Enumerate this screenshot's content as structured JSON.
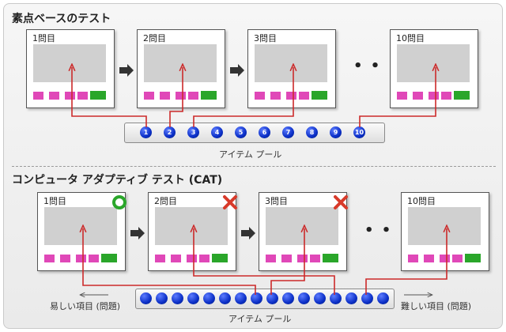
{
  "section1": {
    "title": "素点ベースのテスト",
    "cards": [
      "1問目",
      "2問目",
      "3問目",
      "10問目"
    ],
    "pool_numbers": [
      "1",
      "2",
      "3",
      "4",
      "5",
      "6",
      "7",
      "8",
      "9",
      "10"
    ],
    "pool_label": "アイテム プール"
  },
  "section2": {
    "title": "コンピュータ アダプティブ テスト (CAT)",
    "cards": [
      "1問目",
      "2問目",
      "3問目",
      "10問目"
    ],
    "pool_label": "アイテム プール",
    "easy_label": "易しい項目 (問題)",
    "hard_label": "難しい項目 (問題)"
  },
  "ellipsis": "• • •",
  "colors": {
    "link_line": "#cc2a2a",
    "dot_blue": "#0b2fc7",
    "pink": "#e048b8",
    "green": "#2aa62a",
    "correct": "#2aa62a",
    "wrong": "#d83a2a"
  },
  "icons": {
    "correct": "circle-correct-icon",
    "wrong": "cross-wrong-icon",
    "next": "arrow-right-icon"
  }
}
